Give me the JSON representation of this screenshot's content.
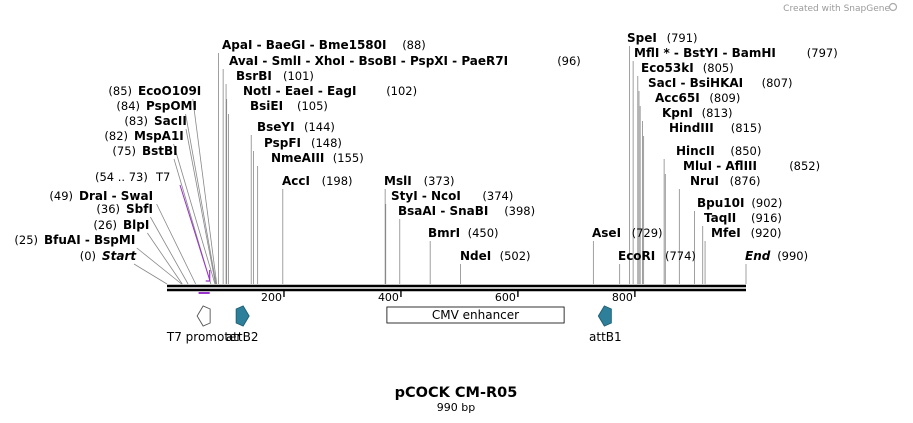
{
  "header": {
    "credit_text": "Created with SnapGene"
  },
  "plasmid": {
    "name": "pCOCK CM-R05",
    "size_label": "990 bp",
    "length": 990
  },
  "colors": {
    "backbone": "#000000",
    "feature_teal": "#2e7f99",
    "primer": "#9933cc",
    "leader": "#888888"
  },
  "ticks": [
    200,
    400,
    600,
    800
  ],
  "sites": [
    {
      "label": "Start",
      "pos_text": "(0)",
      "bp": 0,
      "italic": true,
      "side": "left"
    },
    {
      "label": "BfuAI - BspMI",
      "pos_text": "(25)",
      "bp": 25,
      "side": "left"
    },
    {
      "label": "BlpI",
      "pos_text": "(26)",
      "bp": 26,
      "side": "left"
    },
    {
      "label": "SbfI",
      "pos_text": "(36)",
      "bp": 36,
      "side": "left"
    },
    {
      "label": "DraI - SwaI",
      "pos_text": "(49)",
      "bp": 49,
      "side": "left"
    },
    {
      "label": "BstBI",
      "pos_text": "(75)",
      "bp": 75,
      "side": "left"
    },
    {
      "label": "MspA1I",
      "pos_text": "(82)",
      "bp": 82,
      "side": "left"
    },
    {
      "label": "SacII",
      "pos_text": "(83)",
      "bp": 83,
      "side": "left"
    },
    {
      "label": "PspOMI",
      "pos_text": "(84)",
      "bp": 84,
      "side": "left"
    },
    {
      "label": "EcoO109I",
      "pos_text": "(85)",
      "bp": 85,
      "side": "left"
    },
    {
      "label": "ApaI - BaeGI - Bme1580I",
      "pos_text": "(88)",
      "bp": 88
    },
    {
      "label": "AvaI - SmlI - XhoI - BsoBI - PspXI - PaeR7I",
      "pos_text": "(96)",
      "bp": 96
    },
    {
      "label": "BsrBI",
      "pos_text": "(101)",
      "bp": 101
    },
    {
      "label": "NotI - EaeI - EagI",
      "pos_text": "(102)",
      "bp": 102
    },
    {
      "label": "BsiEI",
      "pos_text": "(105)",
      "bp": 105
    },
    {
      "label": "BseYI",
      "pos_text": "(144)",
      "bp": 144
    },
    {
      "label": "PspFI",
      "pos_text": "(148)",
      "bp": 148
    },
    {
      "label": "NmeAIII",
      "pos_text": "(155)",
      "bp": 155
    },
    {
      "label": "AccI",
      "pos_text": "(198)",
      "bp": 198
    },
    {
      "label": "MslI",
      "pos_text": "(373)",
      "bp": 373
    },
    {
      "label": "StyI - NcoI",
      "pos_text": "(374)",
      "bp": 374
    },
    {
      "label": "BsaAI - SnaBI",
      "pos_text": "(398)",
      "bp": 398
    },
    {
      "label": "BmrI",
      "pos_text": "(450)",
      "bp": 450
    },
    {
      "label": "NdeI",
      "pos_text": "(502)",
      "bp": 502
    },
    {
      "label": "AseI",
      "pos_text": "(729)",
      "bp": 729
    },
    {
      "label": "EcoRI",
      "pos_text": "(774)",
      "bp": 774
    },
    {
      "label": "SpeI",
      "pos_text": "(791)",
      "bp": 791
    },
    {
      "label": "MflI * - BstYI - BamHI",
      "pos_text": "(797)",
      "bp": 797
    },
    {
      "label": "Eco53kI",
      "pos_text": "(805)",
      "bp": 805
    },
    {
      "label": "SacI - BsiHKAI",
      "pos_text": "(807)",
      "bp": 807
    },
    {
      "label": "Acc65I",
      "pos_text": "(809)",
      "bp": 809
    },
    {
      "label": "KpnI",
      "pos_text": "(813)",
      "bp": 813
    },
    {
      "label": "HindIII",
      "pos_text": "(815)",
      "bp": 815
    },
    {
      "label": "HincII",
      "pos_text": "(850)",
      "bp": 850
    },
    {
      "label": "MluI - AflIII",
      "pos_text": "(852)",
      "bp": 852
    },
    {
      "label": "NruI",
      "pos_text": "(876)",
      "bp": 876
    },
    {
      "label": "Bpu10I",
      "pos_text": "(902)",
      "bp": 902
    },
    {
      "label": "TaqII",
      "pos_text": "(916)",
      "bp": 916
    },
    {
      "label": "MfeI",
      "pos_text": "(920)",
      "bp": 920
    },
    {
      "label": "End",
      "pos_text": "(990)",
      "bp": 990,
      "italic": true
    }
  ],
  "primer": {
    "label": "T7",
    "range_text": "(54 .. 73)",
    "start": 54,
    "end": 73
  },
  "features": [
    {
      "label": "T7 promoter",
      "start": 54,
      "end": 73,
      "style": "hollow-arrow"
    },
    {
      "label": "attB2",
      "start": 117,
      "end": 140,
      "style": "teal-arrow"
    },
    {
      "label": "CMV enhancer",
      "start": 376,
      "end": 679,
      "style": "box"
    },
    {
      "label": "attB1",
      "start": 738,
      "end": 761,
      "style": "teal-arrow-left"
    }
  ]
}
